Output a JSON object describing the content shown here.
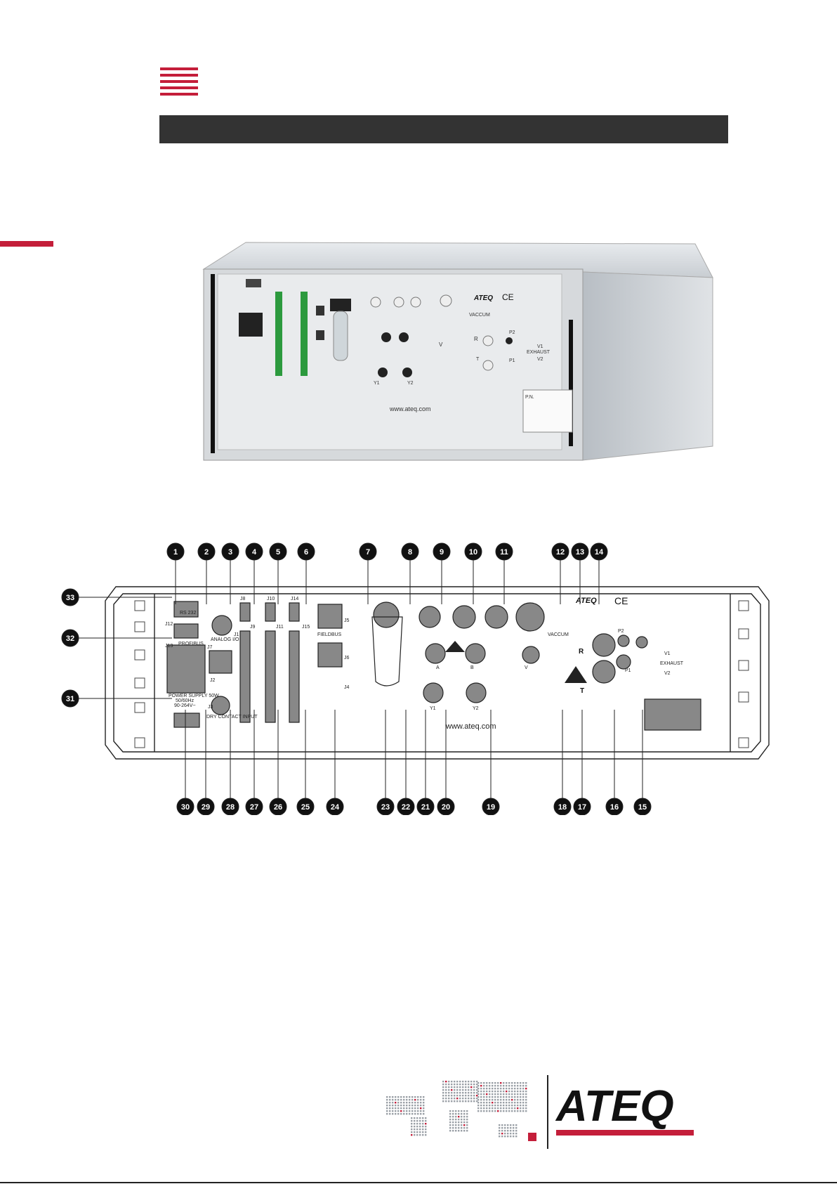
{
  "photo": {
    "panel_labels": {
      "vaccum": "VACCUM",
      "exhaust": "EXHAUST",
      "v1": "V1",
      "v2": "V2",
      "p1": "P1",
      "p2": "P2",
      "v": "V",
      "r": "R",
      "t": "T",
      "y1": "Y1",
      "y2": "Y2",
      "website": "www.ateq.com",
      "brand": "ATEQ",
      "ce": "CE",
      "pn": "P.N."
    }
  },
  "diagram": {
    "callouts_top": [
      "1",
      "2",
      "3",
      "4",
      "5",
      "6",
      "7",
      "8",
      "9",
      "10",
      "11",
      "12",
      "13",
      "14"
    ],
    "callouts_bottom": [
      "30",
      "29",
      "28",
      "27",
      "26",
      "25",
      "24",
      "23",
      "22",
      "21",
      "20",
      "19",
      "18",
      "17",
      "16",
      "15"
    ],
    "callouts_left": [
      "33",
      "32",
      "31"
    ],
    "labels": {
      "rs232": "RS 232",
      "j12": "J12",
      "profibus": "PROFIBUS",
      "j13": "J13",
      "j7": "J7",
      "j1": "J1",
      "analog_io": "ANALOG I/O",
      "j2": "J2",
      "j3": "J3",
      "dry_contact": "DRY CONTACT INPUT",
      "power_supply": "POWER SUPPLY 50W",
      "power_freq": "50/60Hz",
      "power_volt": "90-264V~",
      "j8": "J8",
      "j9": "J9",
      "j10": "J10",
      "j11": "J11",
      "j14": "J14",
      "j15": "J15",
      "j5": "J5",
      "fieldbus": "FIELDBUS",
      "j6": "J6",
      "j4": "J4",
      "a": "A",
      "b": "B",
      "v": "V",
      "y1": "Y1",
      "y2": "Y2",
      "vaccum": "VACCUM",
      "brand": "ATEQ",
      "ce": "CE",
      "r": "R",
      "t": "T",
      "p1": "P1",
      "p2": "P2",
      "v1": "V1",
      "v2": "V2",
      "exhaust": "EXHAUST",
      "website": "www.ateq.com"
    }
  },
  "footer": {
    "brand": "ATEQ"
  },
  "colors": {
    "accent": "#c41e3a",
    "bar": "#333333",
    "callout": "#111111"
  }
}
